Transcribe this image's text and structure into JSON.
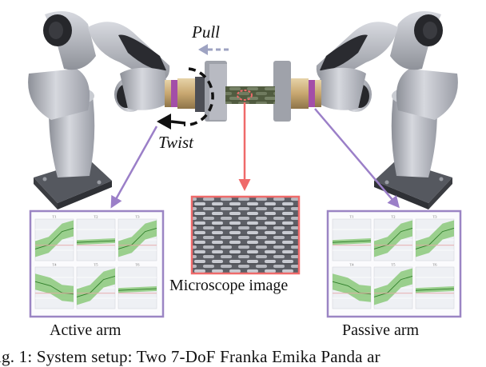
{
  "labels": {
    "pull": "Pull",
    "twist": "Twist",
    "microscope": "Microscope image",
    "active_arm": "Active arm",
    "passive_arm": "Passive arm",
    "caption": "ig. 1: System setup: Two 7-DoF Franka Emika Panda ar"
  },
  "colors": {
    "robot_body": "#b9bcc4",
    "robot_joint": "#2b2b30",
    "sensor_band": "#a34ea8",
    "frame_purple": "#9b85c4",
    "arrow_purple": "#9b7fc8",
    "arrow_red": "#ef6a6a",
    "plot_green": "#7dc46b",
    "plot_line": "#2f7f2a"
  },
  "plots": {
    "active": [
      {
        "title": "T1",
        "trend": "rise"
      },
      {
        "title": "T2",
        "trend": "flat"
      },
      {
        "title": "T3",
        "trend": "rise"
      },
      {
        "title": "T4",
        "trend": "fall"
      },
      {
        "title": "T5",
        "trend": "rise"
      },
      {
        "title": "T6",
        "trend": "flat"
      }
    ],
    "passive": [
      {
        "title": "T1",
        "trend": "flat"
      },
      {
        "title": "T2",
        "trend": "rise"
      },
      {
        "title": "T3",
        "trend": "rise"
      },
      {
        "title": "T4",
        "trend": "fall"
      },
      {
        "title": "T5",
        "trend": "rise"
      },
      {
        "title": "T6",
        "trend": "flat"
      }
    ]
  }
}
